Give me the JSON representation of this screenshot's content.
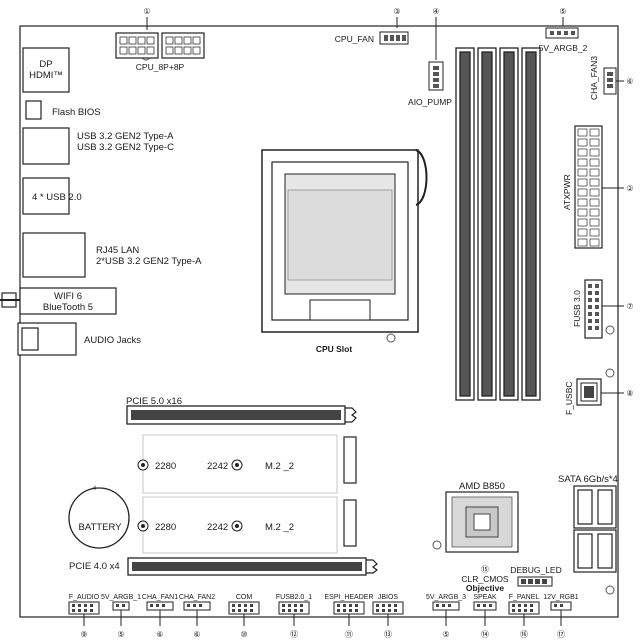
{
  "top_labels": {
    "cpu_power": "CPU_8P+8P",
    "cpu_fan": "CPU_FAN",
    "aio_pump": "AIO_PUMP",
    "argb_top": "5V_ARGB_2",
    "cha_fan3": "CHA_FAN3"
  },
  "io_labels": {
    "dp_line1": "DP",
    "dp_line2": "HDMI™",
    "flash_bios": "Flash BIOS",
    "usb32_a": "USB 3.2 GEN2 Type-A",
    "usb32_c": "USB 3.2 GEN2 Type-C",
    "usb20": "4 * USB 2.0",
    "rj45_1": "RJ45 LAN",
    "rj45_2": "2*USB 3.2 GEN2 Type-A",
    "wifi_1": "WIFI 6",
    "wifi_2": "BlueTooth 5",
    "audio": "AUDIO Jacks"
  },
  "board": {
    "cpu_slot": "CPU Slot",
    "atxpwr": "ATXPWR",
    "fusb30": "FUSB 3.0",
    "f_usbc": "F_USBC",
    "pcie5": "PCIE 5.0 x16",
    "pcie4": "PCIE 4.0 x4",
    "m2_len_a": "2280",
    "m2_len_b": "2242",
    "m2_a": "M.2 _2",
    "m2_b": "M.2 _2",
    "battery": "BATTERY",
    "battery_plus": "+",
    "chipset": "AMD B850",
    "sata": "SATA 6Gb/s*4",
    "clr_cmos": "CLR_CMOS",
    "objective": "Objective",
    "debug_led": "DEBUG_LED"
  },
  "bottom_labels": [
    "F_AUDIO",
    "5V_ARGB_1",
    "CHA_FAN1",
    "CHA_FAN2",
    "COM",
    "FUSB2.0_1",
    "ESPI_HEADER",
    "JBIOS",
    "5V_ARGB_3",
    "SPEAK",
    "F_PANEL",
    "12V_RGB1"
  ],
  "markers": {
    "top_1": "①",
    "top_3": "③",
    "top_4": "④",
    "top_5": "⑤",
    "right_6": "⑥",
    "right_2": "②",
    "right_7": "⑦",
    "right_8": "⑧",
    "mid_15": "⑮",
    "bottom": [
      "⑨",
      "⑤",
      "⑥",
      "⑥",
      "⑩",
      "⑫",
      "⑪",
      "⑬",
      "⑤",
      "⑭",
      "⑯",
      "⑰"
    ]
  }
}
